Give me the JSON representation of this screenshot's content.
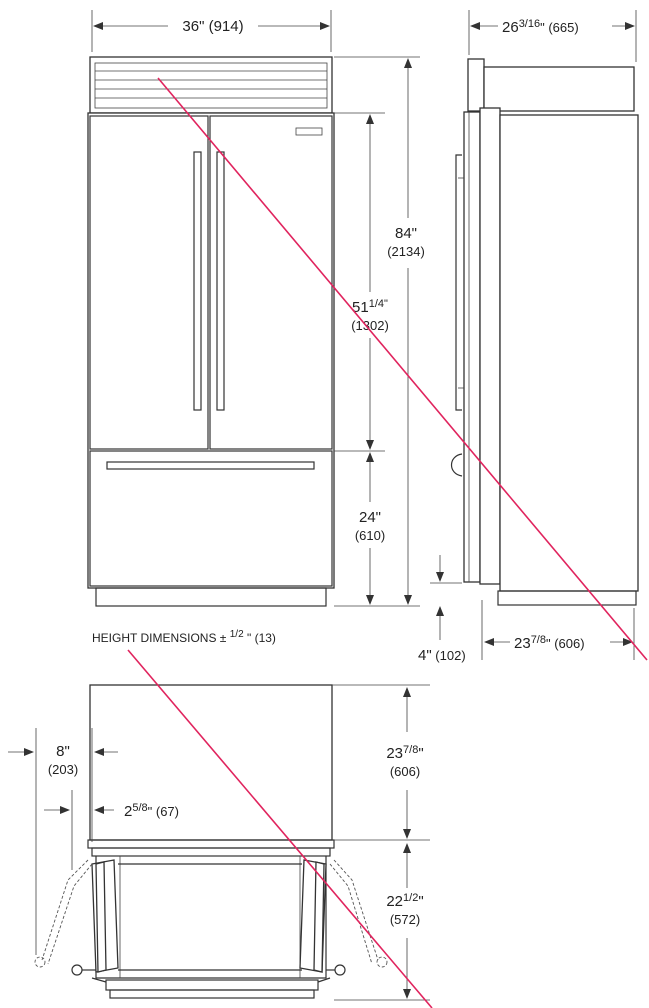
{
  "dimensions": {
    "width_top": "36\" (914)",
    "side_depth_top": "26",
    "side_depth_top_frac": "3/16",
    "side_depth_top_rest": "\" (665)",
    "total_height": "84\"",
    "total_height_mm": "(2134)",
    "upper_height_whole": "51",
    "upper_height_frac": "1/4\"",
    "upper_height_mm": "(1302)",
    "lower_height": "24\"",
    "lower_height_mm": "(610)",
    "height_note_a": "HEIGHT DIMENSIONS ±",
    "height_note_frac": "1/2",
    "height_note_b": "\" (13)",
    "base_height": "4\"",
    "base_height_mm": "(102)",
    "side_depth_bottom": "23",
    "side_depth_bottom_frac": "7/8",
    "side_depth_bottom_rest": "\" (606)",
    "plan_depth_whole": "23",
    "plan_depth_frac": "7/8",
    "plan_depth_in": "\"",
    "plan_depth_mm": "(606)",
    "door_swing": "8\"",
    "door_swing_mm": "(203)",
    "door_offset_whole": "2",
    "door_offset_frac": "5/8",
    "door_offset_rest": "\" (67)",
    "door_open_whole": "22",
    "door_open_frac": "1/2",
    "door_open_in": "\"",
    "door_open_mm": "(572)"
  },
  "colors": {
    "annotation_line": "#e0245e",
    "drawing": "#333333"
  }
}
